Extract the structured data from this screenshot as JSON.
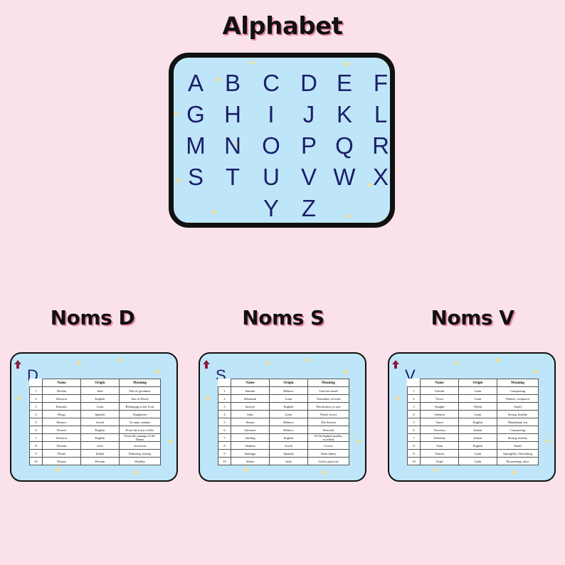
{
  "alphabet": {
    "title": "Alphabet",
    "letters": [
      "A",
      "B",
      "C",
      "D",
      "E",
      "F",
      "G",
      "H",
      "I",
      "J",
      "K",
      "L",
      "M",
      "N",
      "O",
      "P",
      "Q",
      "R",
      "S",
      "T",
      "U",
      "V",
      "W",
      "X",
      "Y",
      "Z"
    ]
  },
  "colors": {
    "background": "#fbe2ea",
    "board": "#bfe6f8",
    "letter": "#1a1f6b",
    "heading_shadow": "#e58aa8",
    "arrow": "#8b1e3f"
  },
  "icons": {
    "card_corner": "arrow-up-icon",
    "decoration": "sparkle-icon"
  },
  "sections": [
    {
      "title": "Noms D",
      "letter": "D",
      "headers": [
        "",
        "Name",
        "Origin",
        "Meaning"
      ],
      "rows": [
        [
          "1",
          "Declan",
          "Irish",
          "Full of goodness"
        ],
        [
          "2",
          "Dawson",
          "English",
          "Son of David"
        ],
        [
          "3",
          "Dominic",
          "Latin",
          "Belonging to the Lord"
        ],
        [
          "4",
          "Diego",
          "Spanish",
          "Supplanter"
        ],
        [
          "5",
          "Dessico",
          "Greek",
          "To tame, subdue"
        ],
        [
          "6",
          "Dorren",
          "English",
          "From the town of Dee"
        ],
        [
          "7",
          "Dawson",
          "English",
          "From the passage of the Danes"
        ],
        [
          "8",
          "Dorrian",
          "Gree",
          "victorious"
        ],
        [
          "9",
          "Donte",
          "Italian",
          "Enduring, lasting"
        ],
        [
          "10",
          "Dorian",
          "Persian",
          "Wealthy"
        ]
      ]
    },
    {
      "title": "Noms S",
      "letter": "S",
      "headers": [
        "",
        "Name",
        "Origin",
        "Meaning"
      ],
      "rows": [
        [
          "1",
          "Samuel",
          "Hebrew",
          "God has heard"
        ],
        [
          "2",
          "Sebastian",
          "Latin",
          "Venerable, revered"
        ],
        [
          "3",
          "Sawyer",
          "English",
          "Woodcutter, to saw"
        ],
        [
          "4",
          "Silas",
          "Latin",
          "Wood, forest"
        ],
        [
          "5",
          "Simon",
          "Hebrew",
          "The listener"
        ],
        [
          "6",
          "Solomon",
          "Hebrew",
          "Peaceful"
        ],
        [
          "7",
          "Sterling",
          "English",
          "Of the highest quality, excellent"
        ],
        [
          "8",
          "Stephen",
          "Greek",
          "Crown"
        ],
        [
          "9",
          "Santiago",
          "Spanish",
          "Saint James"
        ],
        [
          "10",
          "Shane",
          "Irish",
          "God is gracious"
        ]
      ]
    },
    {
      "title": "Noms V",
      "letter": "V",
      "headers": [
        "",
        "Name",
        "Origin",
        "Meaning"
      ],
      "rows": [
        [
          "1",
          "Vincent",
          "Latin",
          "Conquering"
        ],
        [
          "2",
          "Victor",
          "Latin",
          "Winner, conqueror"
        ],
        [
          "3",
          "Vaughn",
          "Welsh",
          "Small"
        ],
        [
          "4",
          "Valentin",
          "Latin",
          "Strong, healthy"
        ],
        [
          "5",
          "Vance",
          "English",
          "Marshland, fen"
        ],
        [
          "6",
          "Vincenzo",
          "Italian",
          "Conquering"
        ],
        [
          "7",
          "Valentino",
          "Italian",
          "Strong, healthy"
        ],
        [
          "8",
          "Vann",
          "English",
          "Small"
        ],
        [
          "9",
          "Vernon",
          "Latin",
          "Springlike, flourishing"
        ],
        [
          "10",
          "Virgil",
          "Latin",
          "Flourishing, alive"
        ]
      ]
    }
  ]
}
